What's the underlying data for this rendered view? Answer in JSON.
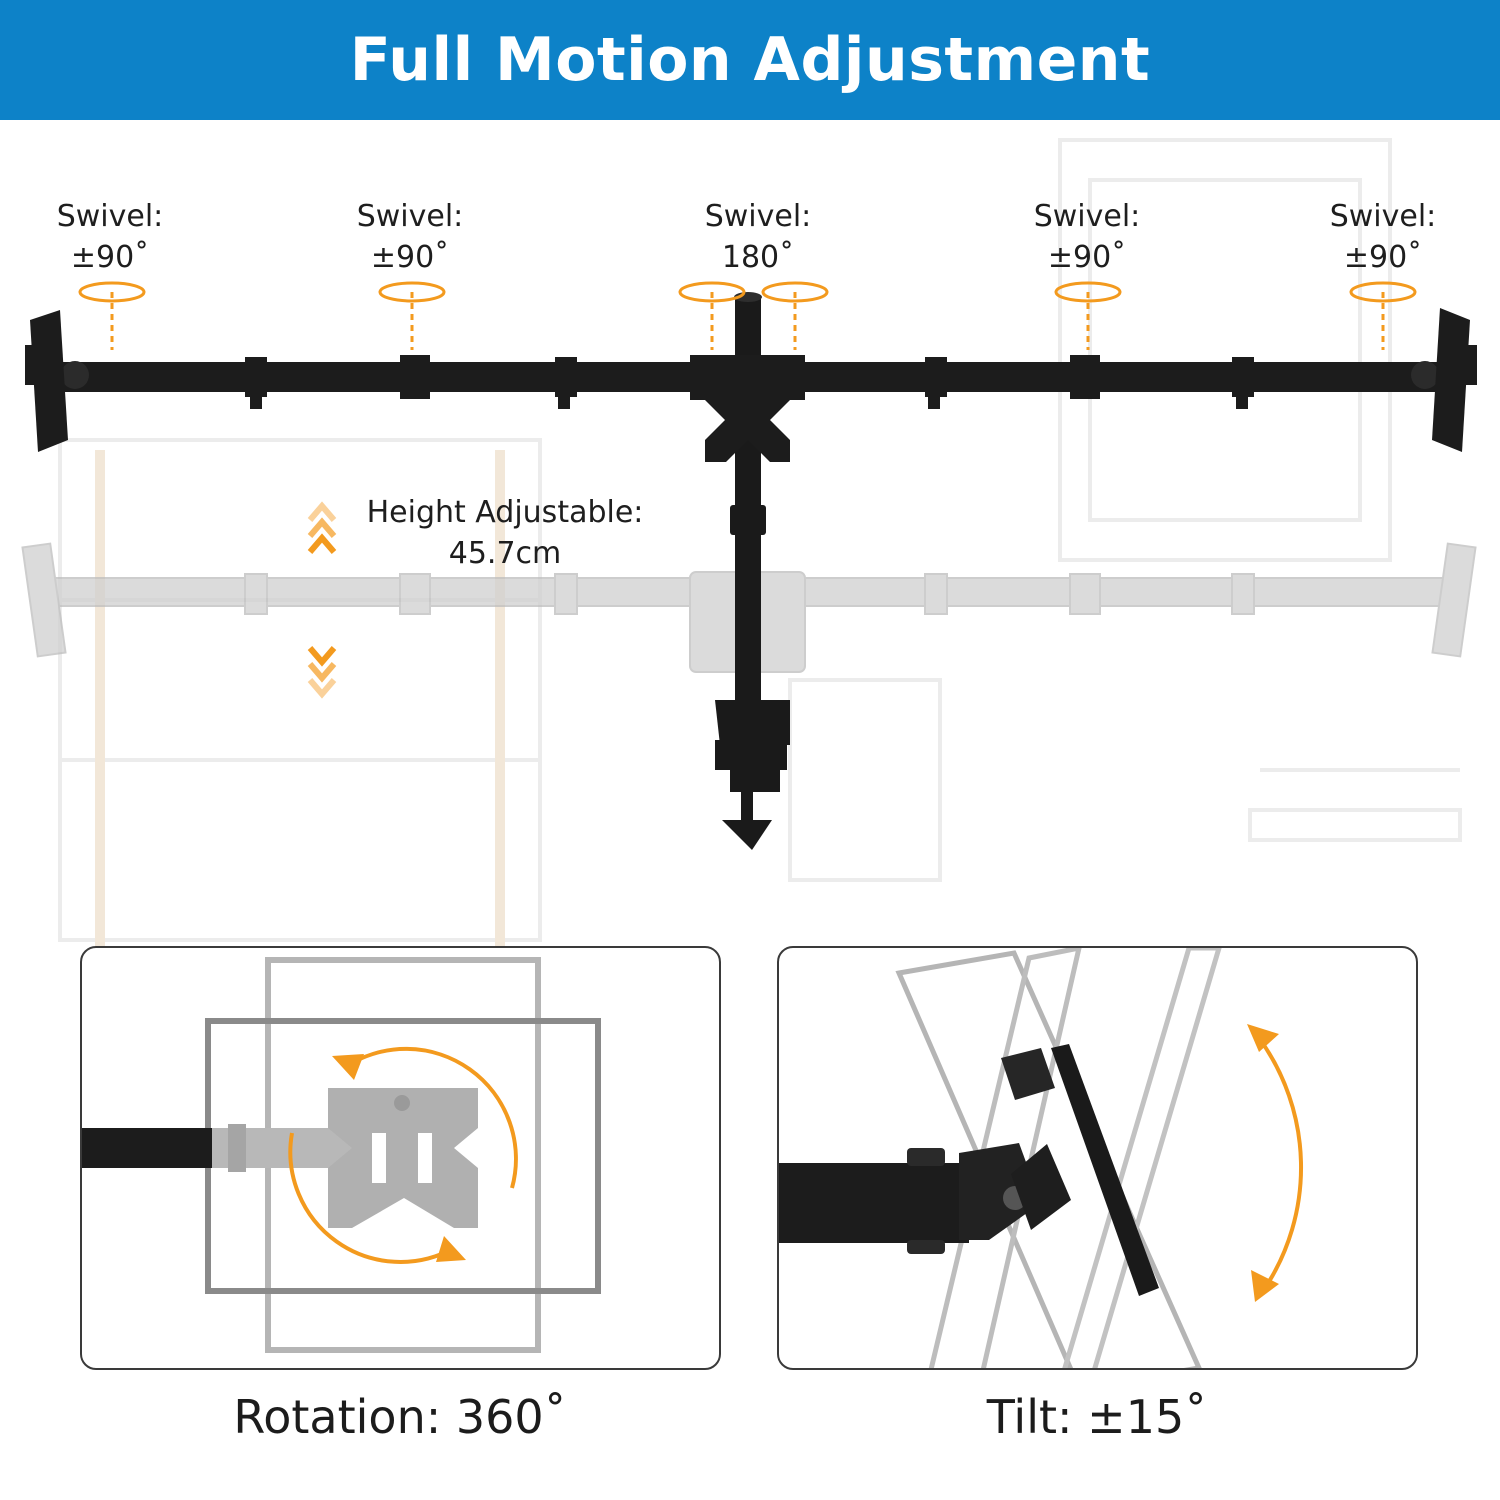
{
  "banner": {
    "title": "Full Motion Adjustment",
    "color": "#0d82c8"
  },
  "swivels": [
    {
      "title": "Swivel:",
      "value": "±90˚"
    },
    {
      "title": "Swivel:",
      "value": "±90˚"
    },
    {
      "title": "Swivel:",
      "value": "180˚"
    },
    {
      "title": "Swivel:",
      "value": "±90˚"
    },
    {
      "title": "Swivel:",
      "value": "±90˚"
    }
  ],
  "height": {
    "title": "Height Adjustable:",
    "value": "45.7cm"
  },
  "panels": {
    "rotation": {
      "caption": "Rotation: 360˚",
      "icon": "rotation-arrows-icon"
    },
    "tilt": {
      "caption": "Tilt: ±15˚",
      "icon": "tilt-arc-arrows-icon"
    }
  },
  "colors": {
    "accent": "#f39a1e",
    "arm": "#1a1a1a",
    "ghost": "#c9c9c9"
  }
}
